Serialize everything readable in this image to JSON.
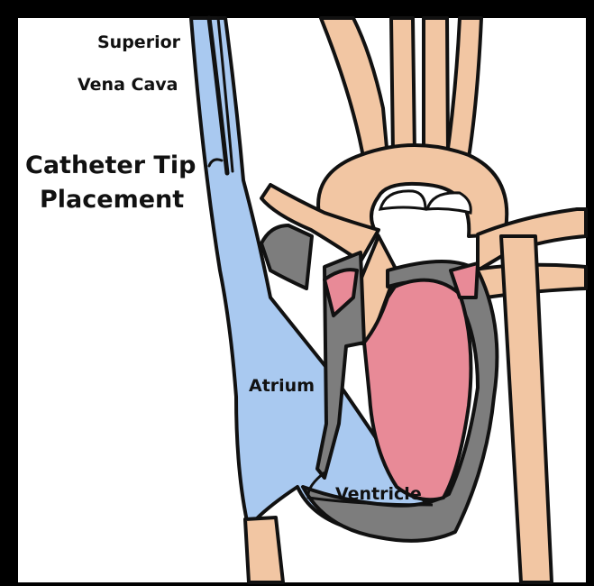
{
  "labels": {
    "superior": "Superior",
    "vena_cava": "Vena Cava",
    "catheter_tip": "Catheter Tip",
    "placement": "Placement",
    "atrium": "Atrium",
    "ventricle": "Ventricle"
  },
  "colors": {
    "background": "#000000",
    "panel": "#ffffff",
    "vein_blue": "#a9c9f0",
    "artery_tan": "#f2c6a3",
    "muscle_pink": "#e88a97",
    "wall_gray": "#7d7d7d",
    "outline": "#111111"
  }
}
